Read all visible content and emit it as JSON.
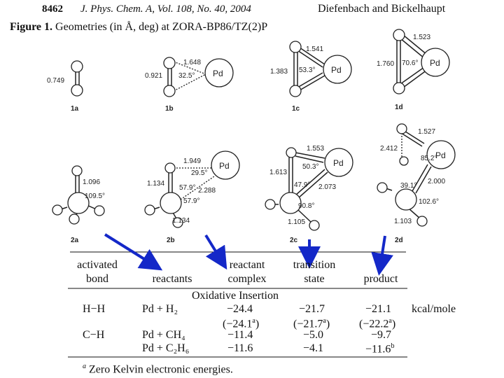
{
  "header": {
    "page_number": "8462",
    "journal": "J. Phys. Chem. A, Vol. 108, No. 40, 2004",
    "authors": "Diefenbach and Bickelhaupt"
  },
  "figure": {
    "label": "Figure 1.",
    "caption": "Geometries (in Å, deg) at ZORA-BP86/TZ(2)P",
    "structures": {
      "s1a": {
        "label": "1a",
        "bond": "0.749"
      },
      "s1b": {
        "label": "1b",
        "bond": "0.921",
        "dist": "1.648",
        "angle": "32.5°",
        "metal": "Pd"
      },
      "s1c": {
        "label": "1c",
        "bond": "1.383",
        "dist": "1.541",
        "angle": "53.3°",
        "metal": "Pd"
      },
      "s1d": {
        "label": "1d",
        "bond": "1.760",
        "dist": "1.523",
        "angle": "70.6°",
        "metal": "Pd"
      },
      "s2a": {
        "label": "2a",
        "ch": "1.096",
        "angle": "109.5°"
      },
      "s2b": {
        "label": "2b",
        "ch1": "1.134",
        "ch2": "1.134",
        "pdh": "1.949",
        "pdc": "2.288",
        "a1": "29.5°",
        "a2": "57.9°",
        "a3": "57.9°",
        "metal": "Pd"
      },
      "s2c": {
        "label": "2c",
        "pdh": "1.553",
        "ch": "1.613",
        "pdc": "2.073",
        "ch2": "1.105",
        "a1": "50.3°",
        "a2": "47.9°",
        "a3": "90.8°",
        "metal": "Pd"
      },
      "s2d": {
        "label": "2d",
        "pdh": "1.527",
        "hh": "2.412",
        "pdc": "2.000",
        "ch": "1.103",
        "a1": "85.2°",
        "a2": "39.1°",
        "a3": "102.6°",
        "metal": "Pd"
      }
    }
  },
  "table": {
    "headers": {
      "activated": "activated",
      "bond": "bond",
      "reactants": "reactants",
      "reactant": "reactant",
      "complex": "complex",
      "transition": "transition",
      "state": "state",
      "product": "product"
    },
    "section_title": "Oxidative Insertion",
    "rows": [
      {
        "bond": "H−H",
        "reactants": "Pd + H₂",
        "complex": "−24.4",
        "ts": "−21.7",
        "product": "−21.1"
      },
      {
        "bond": "",
        "reactants": "",
        "complex": "(−24.1",
        "ts": "(−21.7",
        "product": "(−22.2"
      },
      {
        "bond": "C−H",
        "reactants": "Pd + CH₄",
        "complex": "−11.4",
        "ts": "−5.0",
        "product": "−9.7"
      },
      {
        "bond": "",
        "reactants": "Pd + C₂H₆",
        "complex": "−11.6",
        "ts": "−4.1",
        "product": "−11.6"
      }
    ],
    "note_sup": "a",
    "product_sup": "b",
    "close_paren": ")",
    "footnote_sup": "a",
    "footnote": "Zero Kelvin electronic energies.",
    "unit_label": "kcal/mole"
  },
  "colors": {
    "arrow": "#1428c8",
    "ink": "#111111"
  }
}
